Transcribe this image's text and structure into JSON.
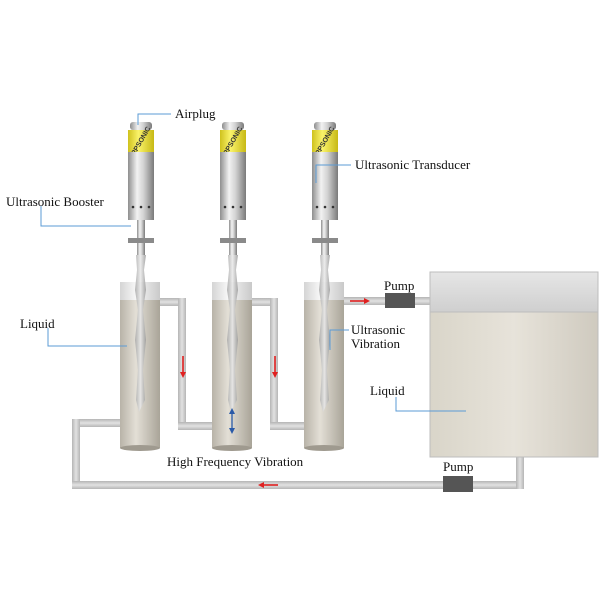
{
  "labels": {
    "airplug": "Airplug",
    "ultrasonic_transducer": "Ultrasonic Transducer",
    "ultrasonic_booster": "Ultrasonic Booster",
    "liquid_left": "Liquid",
    "ultrasonic_vibration_line1": "Ultrasonic",
    "ultrasonic_vibration_line2": "Vibration",
    "pump_top": "Pump",
    "liquid_tank": "Liquid",
    "high_frequency_vibration": "High Frequency Vibration",
    "pump_bottom": "Pump"
  },
  "transducer_brand": "RPSONIC",
  "colors": {
    "flow_arrow": "#e02020",
    "vibration_arrow": "#2a5aa8",
    "leader_line": "#5b9bd5",
    "band_yellow": "#f3e93a",
    "pipe": "#c9c9c9",
    "pump": "#555555"
  }
}
